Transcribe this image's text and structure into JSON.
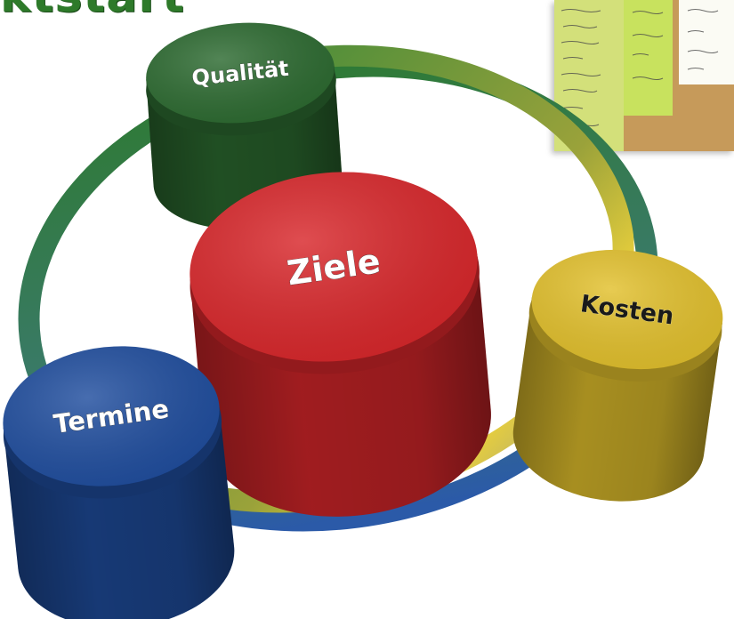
{
  "title_fragment": "ktstart",
  "center": {
    "label": "Ziele",
    "color": "#d8262a"
  },
  "nodes": [
    {
      "id": "qualitaet",
      "label": "Qualität",
      "color": "#2c6a30",
      "text_color": "#ffffff"
    },
    {
      "id": "kosten",
      "label": "Kosten",
      "color": "#e2c02c",
      "text_color": "#1a1a1a"
    },
    {
      "id": "termine",
      "label": "Termine",
      "color": "#1f4d9e",
      "text_color": "#ffffff"
    }
  ],
  "colors": {
    "ring_green": "#3f8a3a",
    "ring_yellow": "#e8cf3c",
    "ring_blue": "#2b5aa8"
  }
}
